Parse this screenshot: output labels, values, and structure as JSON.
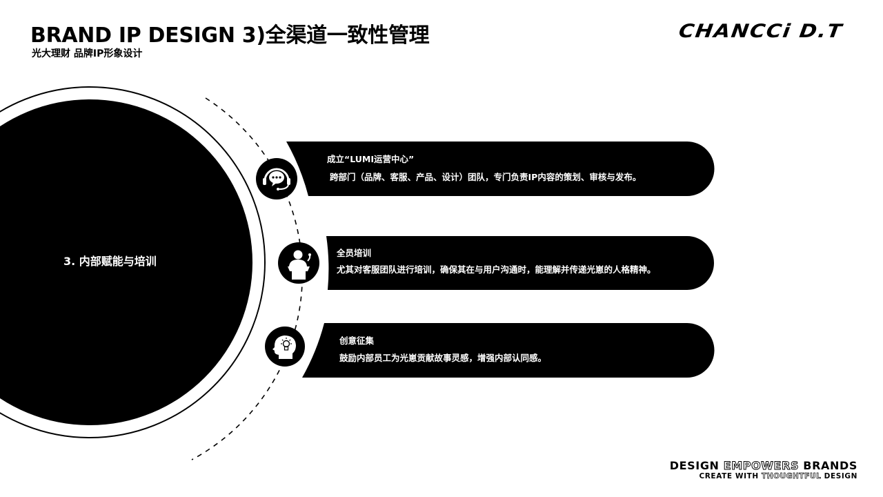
{
  "header": {
    "title": "BRAND IP DESIGN 3)全渠道一致性管理",
    "subtitle": "光大理财  品牌IP形象设计",
    "logo": "CHANCCi D.T"
  },
  "center": {
    "label": "3. 内部赋能与培训"
  },
  "items": [
    {
      "icon": "customer-service-headset-icon",
      "title": "成立“LUMI运营中心”",
      "desc": "跨部门（品牌、客服、产品、设计）团队，专门负责IP内容的策划、审核与发布。"
    },
    {
      "icon": "presenter-podium-icon",
      "title": "全员培训",
      "desc": "尤其对客服团队进行培训，确保其在与用户沟通时，能理解并传递光崽的人格精神。"
    },
    {
      "icon": "idea-head-lightbulb-icon",
      "title": "创意征集",
      "desc": "鼓励内部员工为光崽贡献故事灵感，增强内部认同感。"
    }
  ],
  "footer": {
    "line1": {
      "a": "DESIGN ",
      "b": "EMPOWERS",
      "c": " BRANDS"
    },
    "line2": {
      "a": "CREATE WITH ",
      "b": "THOUGHTFUL",
      "c": " DESIGN"
    }
  },
  "colors": {
    "primary": "#000000",
    "background": "#ffffff",
    "text_on_dark": "#ffffff"
  }
}
